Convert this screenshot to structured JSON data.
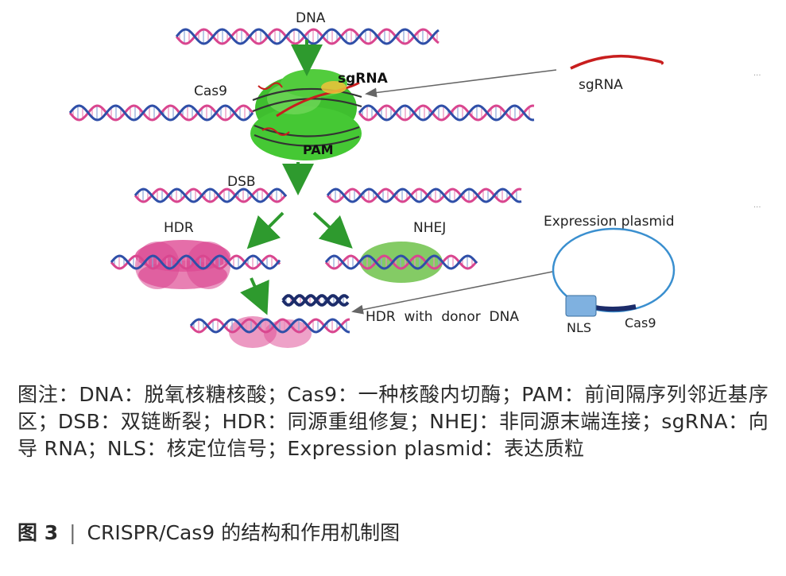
{
  "figure": {
    "labels": {
      "dna": "DNA",
      "cas9_top": "Cas9",
      "sgrna_on_complex": "sgRNA",
      "sgrna_free": "sgRNA",
      "pam": "PAM",
      "dsb": "DSB",
      "hdr": "HDR",
      "nhej": "NHEJ",
      "expression_plasmid": "Expression plasmid",
      "hdr_with_donor": "HDR  with  donor  DNA",
      "nls": "NLS",
      "cas9_plasmid": "Cas9"
    },
    "colors": {
      "helix_pink": "#d9468f",
      "helix_blue": "#2f4fa8",
      "cas9_green": "#3fbf2f",
      "arrow_green": "#2e9a2e",
      "sgrna_red": "#c81e1e",
      "hdr_pink": "#e0559a",
      "nhej_green": "#6ec24a",
      "plasmid_blue": "#3a8fcf",
      "nls_box": "#7fb1e0",
      "donor_navy": "#1c2c6a"
    }
  },
  "caption": {
    "note_prefix": "图注：",
    "note_body": "DNA：脱氧核糖核酸；Cas9：一种核酸内切酶；PAM：前间隔序列邻近基序区；DSB：双链断裂；HDR：同源重组修复；NHEJ：非同源末端连接；sgRNA：向导 RNA；NLS：核定位信号；Expression plasmid：表达质粒",
    "figure_number": "图 3",
    "figure_separator": "|",
    "figure_title": "CRISPR/Cas9 的结构和作用机制图"
  }
}
